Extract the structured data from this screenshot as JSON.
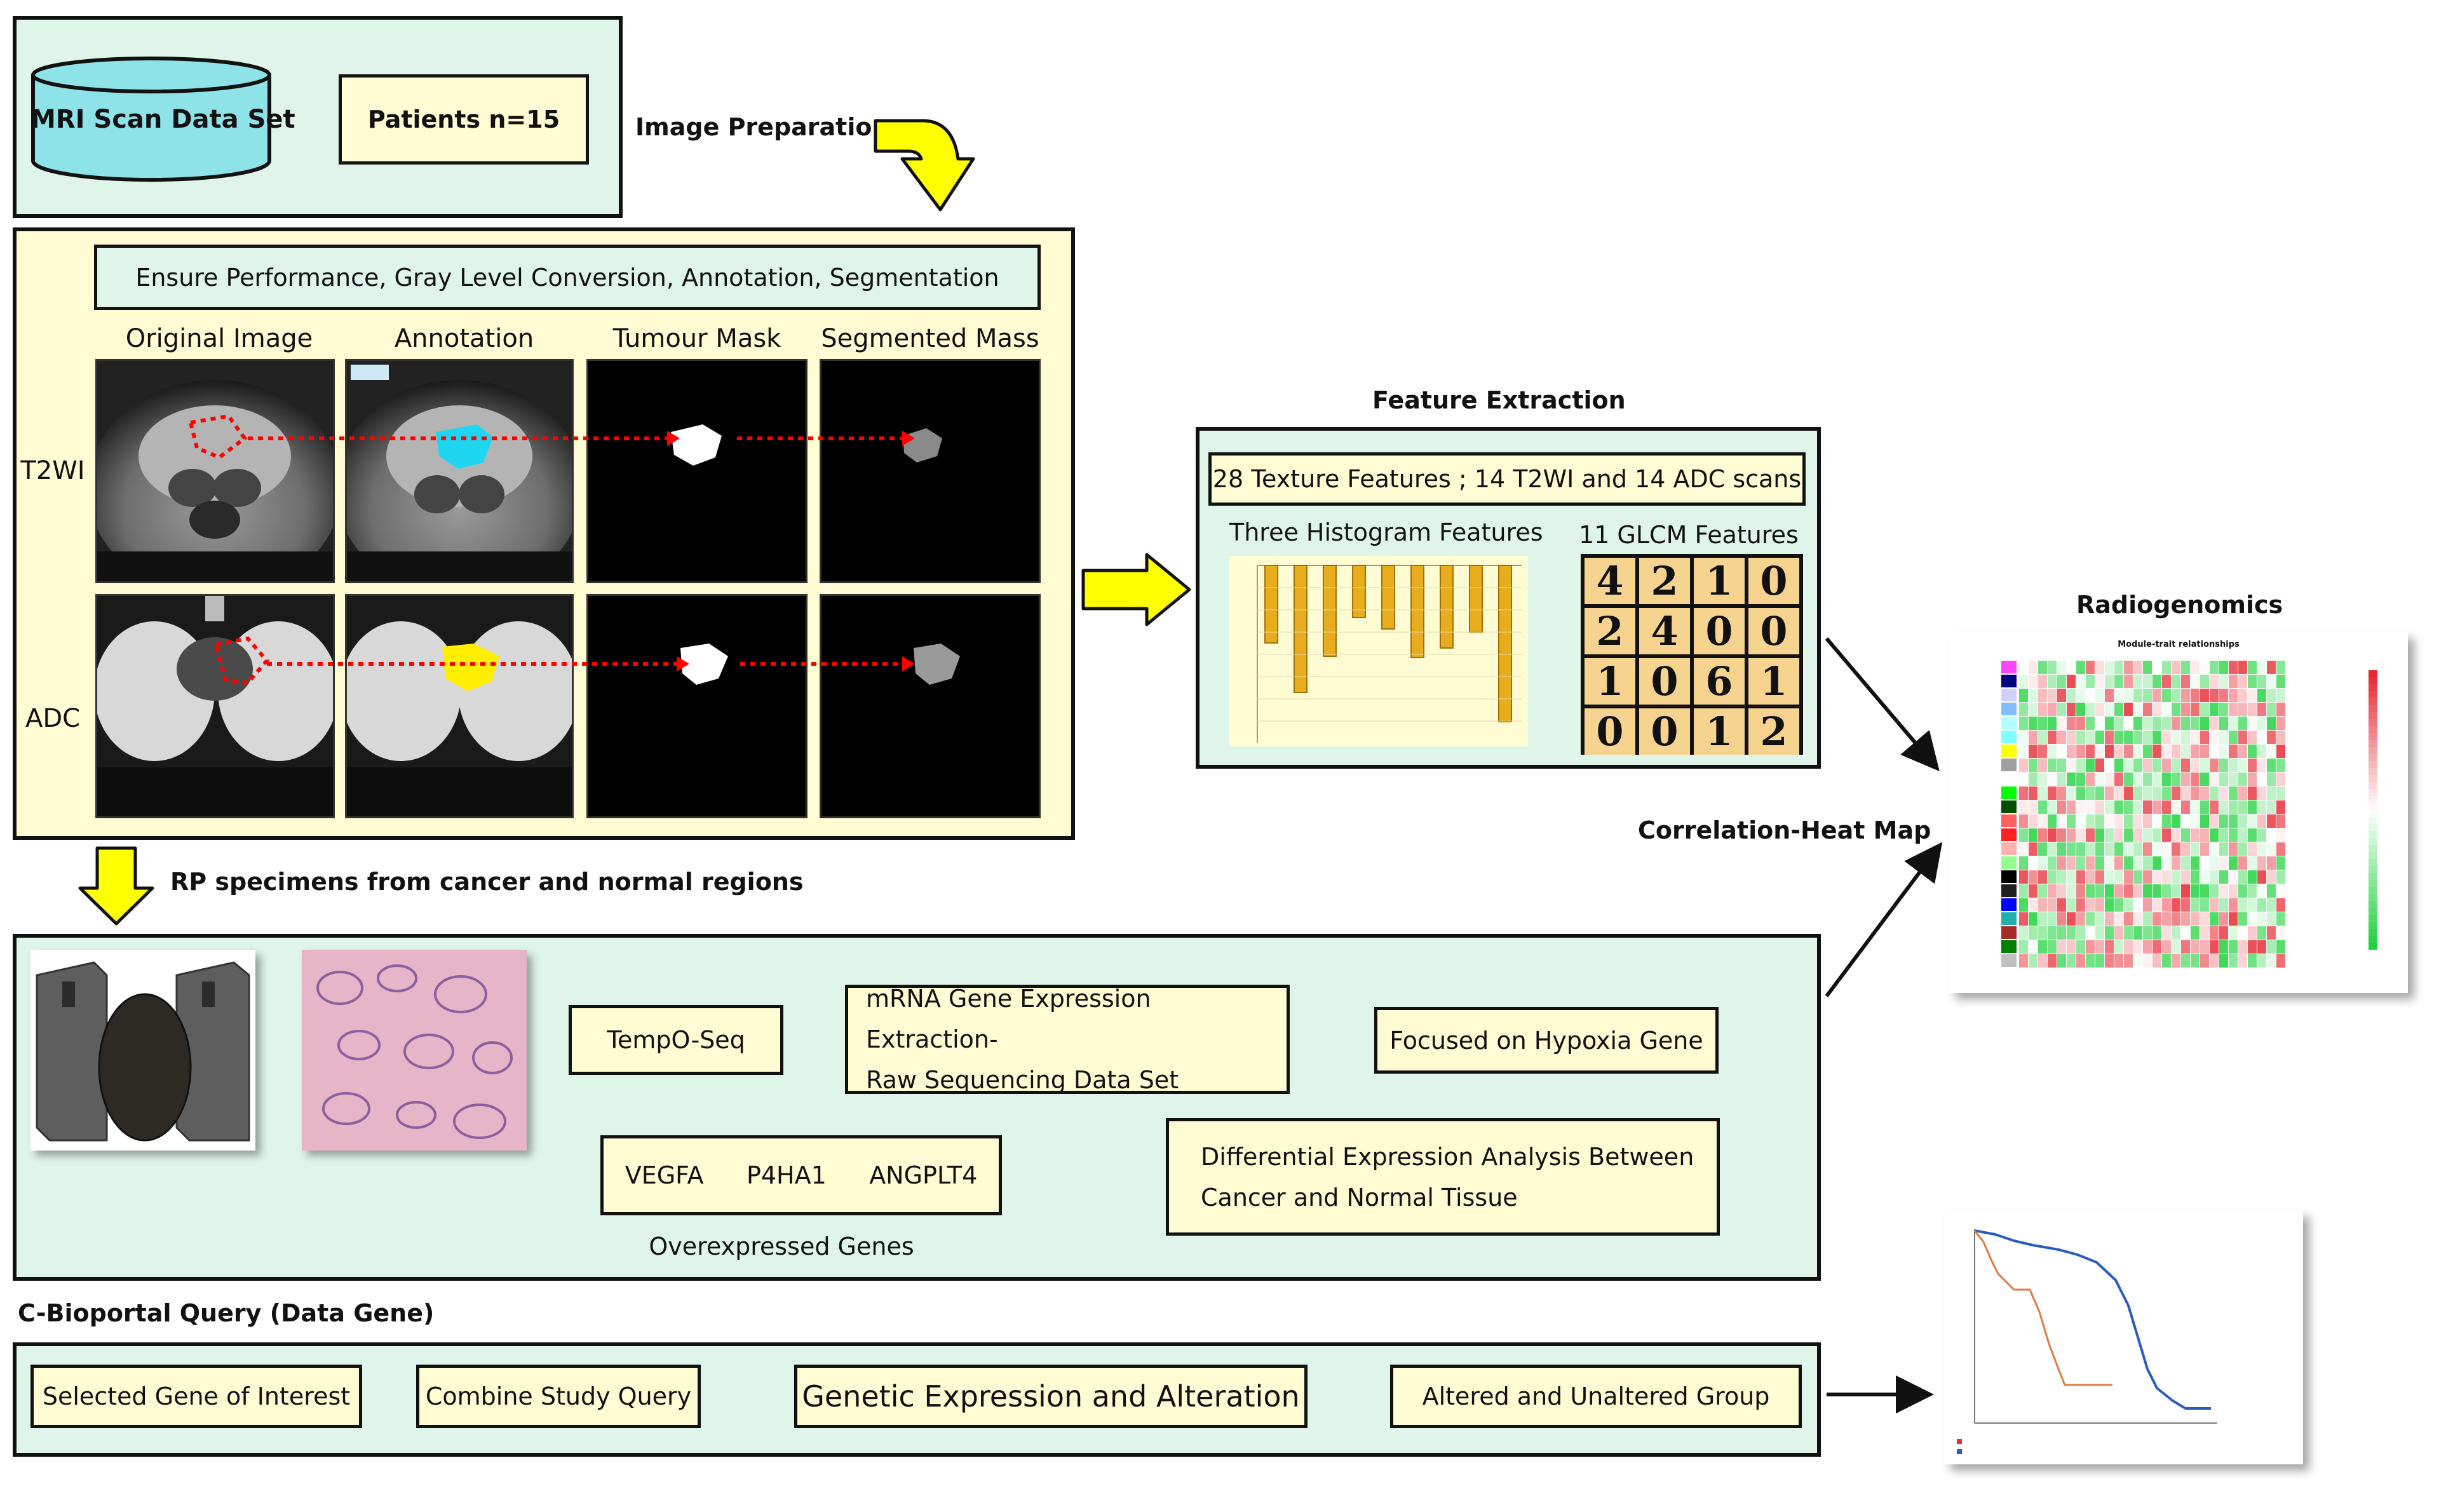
{
  "top": {
    "dataset_label": "MRI Scan Data Set",
    "patients_label": "Patients n=15",
    "image_prep_label": "Image Preparation"
  },
  "prep": {
    "steps_label": "Ensure Performance, Gray Level Conversion,  Annotation, Segmentation",
    "columns": [
      "Original Image",
      "Annotation",
      "Tumour Mask",
      "Segmented Mass"
    ],
    "rows": [
      "T2WI",
      "ADC"
    ]
  },
  "feature": {
    "title": "Feature Extraction",
    "summary": "28 Texture Features ; 14 T2WI and 14 ADC scans",
    "histogram_label": "Three Histogram Features",
    "glcm_label": "11 GLCM Features",
    "glcm_matrix": [
      [
        "4",
        "2",
        "1",
        "0"
      ],
      [
        "2",
        "4",
        "0",
        "0"
      ],
      [
        "1",
        "0",
        "6",
        "1"
      ],
      [
        "0",
        "0",
        "1",
        "2"
      ]
    ]
  },
  "radiogenomics": {
    "title": "Radiogenomics",
    "heatmap_label": "Correlation-Heat Map",
    "heatmap_title": "Module-trait relationships"
  },
  "rp": {
    "label": "RP specimens from cancer and normal regions",
    "tempo": "TempO-Seq",
    "mrna_line1": "mRNA Gene Expression Extraction-",
    "mrna_line2": "Raw Sequencing Data Set",
    "hypoxia": "Focused on Hypoxia Gene",
    "diff_line1": "Differential  Expression Analysis  Between",
    "diff_line2": "Cancer and Normal Tissue",
    "genes": [
      "VEGFA",
      "P4HA1",
      "ANGPLT4"
    ],
    "overexpressed": "Overexpressed Genes"
  },
  "cbio": {
    "title": "C-Bioportal Query  (Data Gene)",
    "steps": [
      "Selected Gene of Interest",
      "Combine Study Query",
      "Genetic Expression and Alteration",
      "Altered and Unaltered Group"
    ]
  },
  "colors": {
    "panel_green": "#dff5e9",
    "panel_yellow": "#fffbd2",
    "cylinder": "#8ee3e8",
    "arrow_yellow": "#ffff00",
    "bar_gold": "#e8ad1c",
    "annotation_cyan": "#1fd6f0",
    "annotation_yellow": "#ffee00",
    "dotted_red": "#ff0000"
  }
}
